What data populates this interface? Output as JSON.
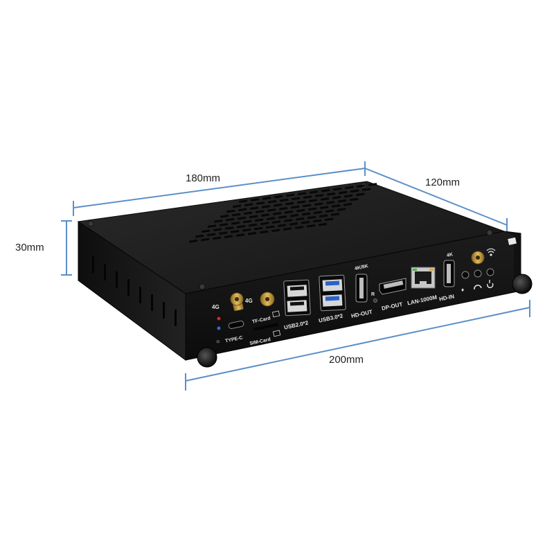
{
  "dimensions": {
    "length": "180mm",
    "depth": "120mm",
    "height": "30mm",
    "front_width": "200mm"
  },
  "port_labels": {
    "antenna_left": "4G",
    "antenna_right": "4G",
    "tf_card": "TF-Card",
    "sim_card": "SIM-Card",
    "type_c": "TYPE-C",
    "usb2": "USB2.0*2",
    "usb3": "USB3.0*2",
    "hd_out_top": "4K/8K",
    "hd_out": "HD-OUT",
    "reset": "R",
    "dp_out": "DP-OUT",
    "lan": "LAN-1000M",
    "hd_in_top": "4K",
    "hd_in": "HD-IN"
  },
  "colors": {
    "dimension_line": "#5b8fc7",
    "chassis": "#1b1b1b",
    "usb3_blue": "#2a63c8",
    "antenna_gold": "#c79a3a"
  }
}
